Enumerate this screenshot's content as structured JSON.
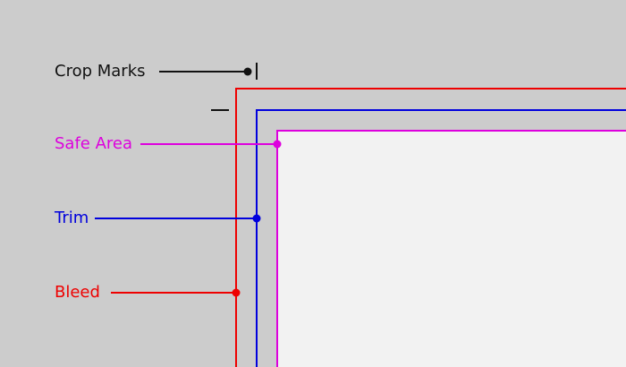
{
  "labels": {
    "crop_marks": "Crop Marks",
    "safe_area": "Safe Area",
    "trim": "Trim",
    "bleed": "Bleed"
  },
  "colors": {
    "background": "#cccccc",
    "page_fill": "#f2f2f2",
    "crop_marks": "#111111",
    "safe_area": "#dd00dd",
    "trim": "#0000dd",
    "bleed": "#ee0000"
  }
}
